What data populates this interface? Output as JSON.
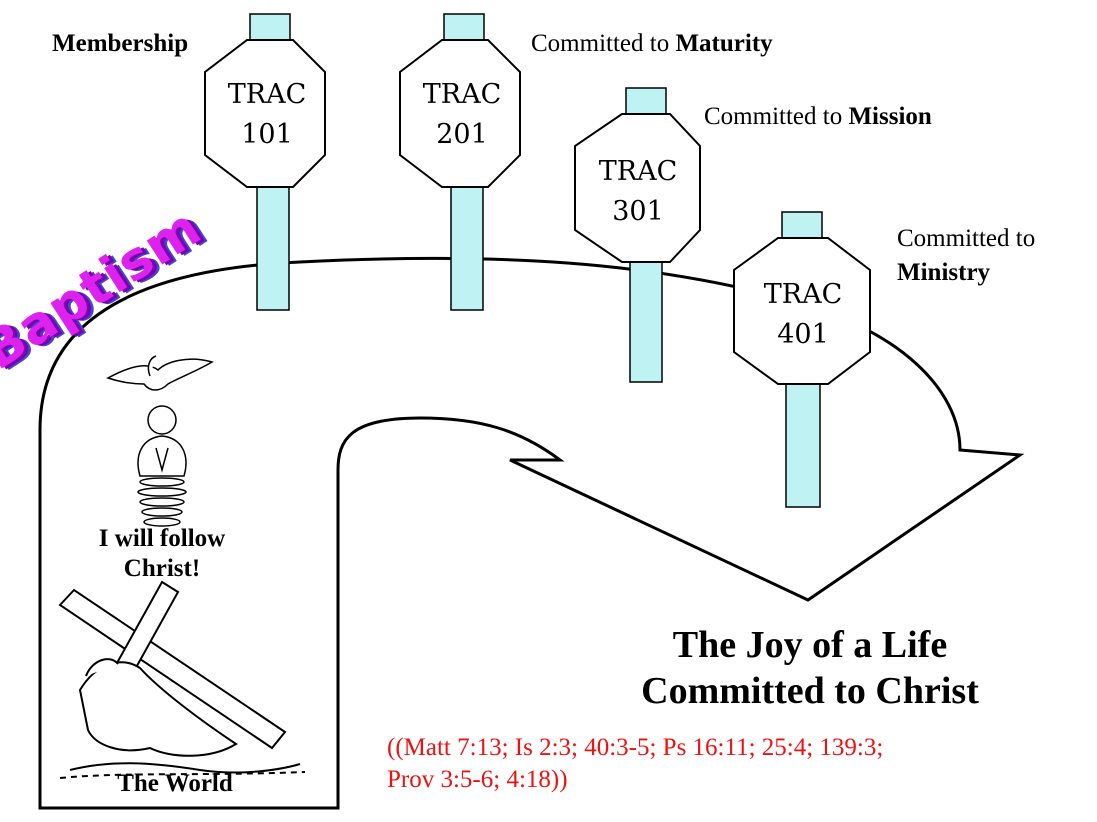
{
  "signs": [
    {
      "line1": "TRAC",
      "line2": "101"
    },
    {
      "line1": "TRAC",
      "line2": "201"
    },
    {
      "line1": "TRAC",
      "line2": "301"
    },
    {
      "line1": "TRAC",
      "line2": "401"
    }
  ],
  "labels": {
    "membership": "Membership",
    "maturity_prefix": "Committed to ",
    "maturity_bold": "Maturity",
    "mission_prefix": "Committed to ",
    "mission_bold": "Mission",
    "ministry_prefix": "Committed  to",
    "ministry_bold": "Ministry"
  },
  "baptism": "Baptism",
  "follow_line1": "I will follow",
  "follow_line2": "Christ!",
  "world": "The World",
  "joy_line1": "The Joy of a Life",
  "joy_line2": "Committed to Christ",
  "verses_line1": "((Matt 7:13; Is 2:3; 40:3-5; Ps 16:11; 25:4; 139:3;",
  "verses_line2": "Prov 3:5-6; 4:18))",
  "colors": {
    "post": "#bff3f3",
    "verses": "#ee1111",
    "baptism": "#dd22ee"
  }
}
